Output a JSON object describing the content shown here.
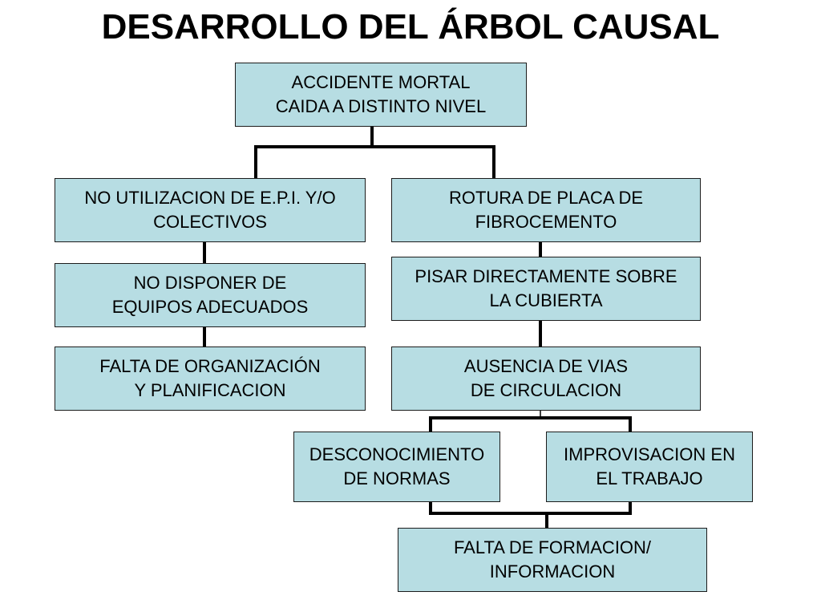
{
  "title": "DESARROLLO DEL ÁRBOL CAUSAL",
  "colors": {
    "box_fill": "#b7dde3",
    "box_border": "#1c1c1c",
    "connector": "#000000",
    "title_text": "#000000"
  },
  "nodes": {
    "root": "ACCIDENTE MORTAL\nCAIDA A DISTINTO NIVEL",
    "left_1": "NO UTILIZACION DE E.P.I. Y/O\nCOLECTIVOS",
    "left_2": "NO DISPONER DE\nEQUIPOS ADECUADOS",
    "left_3": "FALTA DE ORGANIZACIÓN\n Y PLANIFICACION",
    "right_1": "ROTURA DE PLACA DE\nFIBROCEMENTO",
    "right_2": "PISAR DIRECTAMENTE SOBRE\nLA CUBIERTA",
    "right_3": "AUSENCIA DE VIAS\n DE CIRCULACION",
    "cause_1": "DESCONOCIMIENTO\nDE NORMAS",
    "cause_2": "IMPROVISACION EN\nEL TRABAJO",
    "bottom": "FALTA DE FORMACION/\nINFORMACION"
  },
  "edges": [
    [
      "root",
      "left_1"
    ],
    [
      "root",
      "right_1"
    ],
    [
      "left_1",
      "left_2"
    ],
    [
      "left_2",
      "left_3"
    ],
    [
      "right_1",
      "right_2"
    ],
    [
      "right_2",
      "right_3"
    ],
    [
      "right_3",
      "cause_1"
    ],
    [
      "right_3",
      "cause_2"
    ],
    [
      "cause_1",
      "bottom"
    ],
    [
      "cause_2",
      "bottom"
    ]
  ]
}
